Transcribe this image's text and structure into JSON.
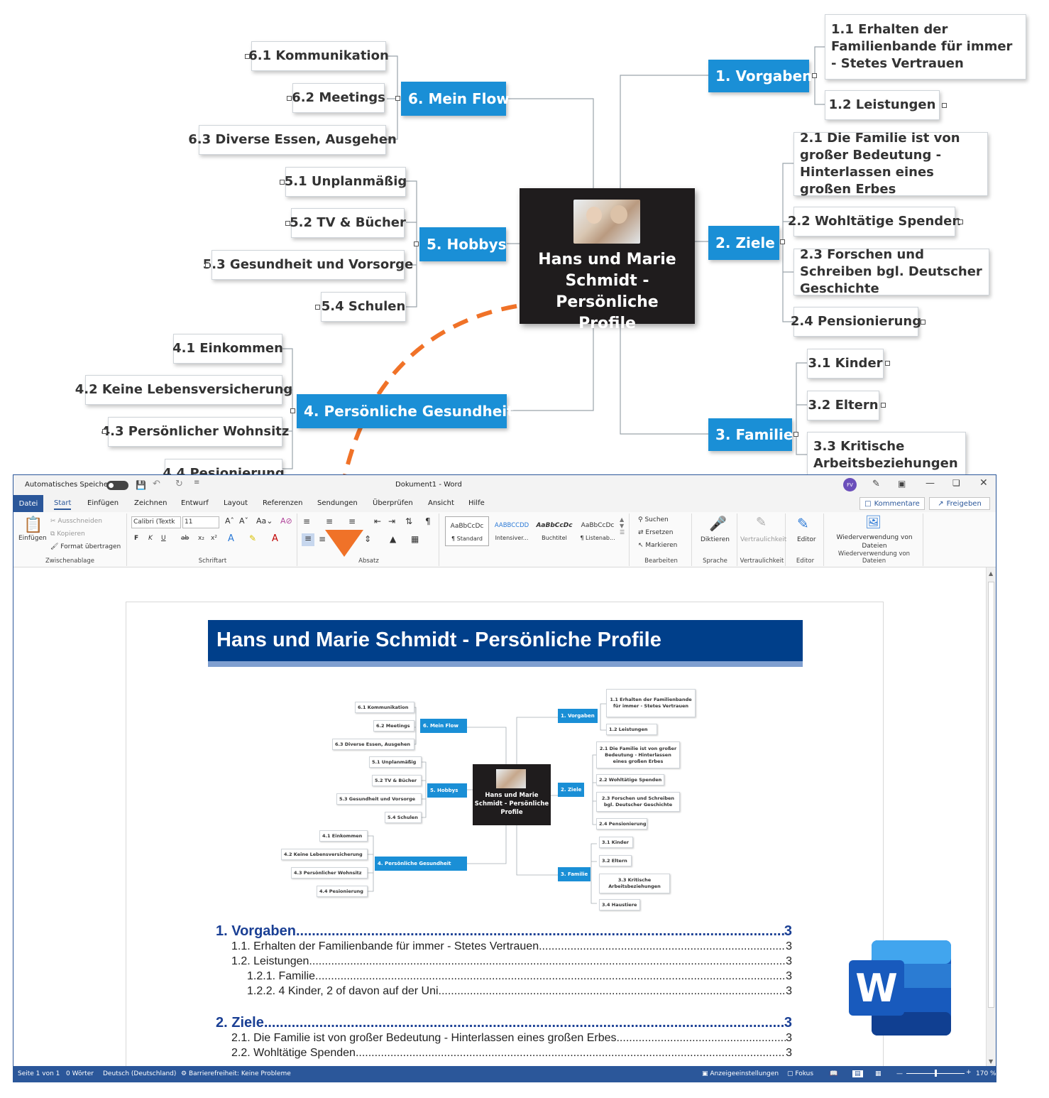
{
  "mindmap": {
    "central_title": "Hans und Marie Schmidt - Persönliche Profile",
    "central_photo": "elderly-couple-photo",
    "branches": {
      "b1": "1. Vorgaben",
      "b2": "2.  Ziele",
      "b3": "3. Familie",
      "b4": "4. Persönliche Gesundheit",
      "b5": "5. Hobbys",
      "b6": "6. Mein Flow"
    },
    "topics": {
      "t11": "1.1          Erhalten der Familienbande für immer - Stetes Vertrauen",
      "t12": "1.2 Leistungen",
      "t21": "2.1 Die Familie ist von großer Bedeutung - Hinterlassen eines großen Erbes",
      "t22": "2.2 Wohltätige Spenden",
      "t23": "2.3    Forschen und Schreiben bgl. Deutscher Geschichte",
      "t24": "2.4 Pensionierung",
      "t31": "3.1 Kinder",
      "t32": "3.2 Eltern",
      "t33": "3.3          Kritische Arbeitsbeziehungen",
      "t34": "3.4 Haustiere",
      "t41": "4.1 Einkommen",
      "t42": "4.2 Keine Lebensversicherung",
      "t43": "4.3 Persönlicher Wohnsitz",
      "t44": "4.4 Pesionierung",
      "t51": "5.1 Unplanmäßig",
      "t52": "5.2 TV & Bücher",
      "t53": "5.3 Gesundheit und Vorsorge",
      "t54": "5.4 Schulen",
      "t61": "6.1 Kommunikation",
      "t62": "6.2 Meetings",
      "t63": "6.3 Diverse Essen, Ausgehen"
    },
    "colors": {
      "branch": "#1a8fd6",
      "central": "#1f1c1d",
      "arrow": "#f07228"
    }
  },
  "word": {
    "autosave_label": "Automatisches Speichern",
    "doc_title": "Dokument1  -  Word",
    "user_initials": "FV",
    "tabs": [
      "Datei",
      "Start",
      "Einfügen",
      "Zeichnen",
      "Entwurf",
      "Layout",
      "Referenzen",
      "Sendungen",
      "Überprüfen",
      "Ansicht",
      "Hilfe"
    ],
    "comments_button": "Kommentare",
    "share_button": "Freigeben",
    "clipboard": {
      "paste": "Einfügen",
      "cut": "Ausschneiden",
      "copy": "Kopieren",
      "format_painter": "Format übertragen",
      "label": "Zwischenablage"
    },
    "font": {
      "name": "Calibri (Textk",
      "size": "11",
      "label": "Schriftart"
    },
    "paragraph_label": "Absatz",
    "styles": [
      {
        "preview": "AaBbCcDc",
        "name": "¶ Standard"
      },
      {
        "preview": "AABBCCDD",
        "name": "Intensiver..."
      },
      {
        "preview": "AaBbCcDc",
        "name": "Buchtitel"
      },
      {
        "preview": "AaBbCcDc",
        "name": "¶ Listenab..."
      }
    ],
    "editing": {
      "find": "Suchen",
      "replace": "Ersetzen",
      "select": "Markieren",
      "label": "Bearbeiten"
    },
    "dictate": {
      "button": "Diktieren",
      "label": "Sprache"
    },
    "sensitivity": {
      "button": "Vertraulichkeit",
      "label": "Vertraulichkeit"
    },
    "editor": {
      "button": "Editor",
      "label": "Editor"
    },
    "reuse": {
      "button": "Wiederverwendung von Dateien",
      "label": "Wiederverwendung von Dateien"
    },
    "document": {
      "title_banner": "Hans und Marie Schmidt - Persönliche Profile",
      "toc": [
        {
          "level": 1,
          "text": "1. Vorgaben",
          "page": "3"
        },
        {
          "level": 2,
          "text": "1.1. Erhalten der Familienbande für immer - Stetes Vertrauen",
          "page": "3"
        },
        {
          "level": 2,
          "text": "1.2. Leistungen",
          "page": "3"
        },
        {
          "level": 3,
          "text": "1.2.1. Familie",
          "page": "3"
        },
        {
          "level": 3,
          "text": "1.2.2. 4 Kinder, 2 of davon auf der Uni",
          "page": "3"
        },
        {
          "level": 1,
          "text": "2. Ziele",
          "page": "3"
        },
        {
          "level": 2,
          "text": "2.1. Die Familie ist von großer Bedeutung - Hinterlassen eines großen Erbes",
          "page": "3"
        },
        {
          "level": 2,
          "text": "2.2. Wohltätige Spenden",
          "page": "3"
        }
      ]
    },
    "status": {
      "page": "Seite 1 von 1",
      "words": "0 Wörter",
      "language": "Deutsch (Deutschland)",
      "accessibility": "Barrierefreiheit: Keine Probleme",
      "display_settings": "Anzeigeeinstellungen",
      "focus": "Fokus",
      "zoom": "170 %"
    }
  }
}
